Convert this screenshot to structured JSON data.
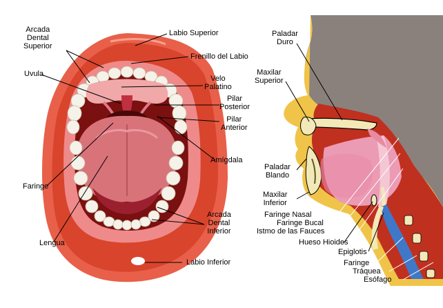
{
  "mouth_labels": {
    "arcada_dental_superior": [
      "Arcada",
      "Dental",
      "Superior"
    ],
    "labio_superior": "Labio Superior",
    "frenillo_del_labio": "Frenillo del Labio",
    "uvula": "Uvula",
    "velo_palatino": [
      "Velo",
      "Palatino"
    ],
    "pilar_posterior": [
      "Pilar",
      "Posterior"
    ],
    "pilar_anterior": [
      "Pilar",
      "Anterior"
    ],
    "amigdala": "Amígdala",
    "faringe": "Faringe",
    "lengua": "Lengua",
    "arcada_dental_inferior": [
      "Arcada",
      "Dental",
      "Inferior"
    ],
    "labio_inferior": "Labio Inferior"
  },
  "section_labels": {
    "paladar_duro": [
      "Paladar",
      "Duro"
    ],
    "maxilar_superior": [
      "Maxilar",
      "Superior"
    ],
    "paladar_blando": [
      "Paladar",
      "Blando"
    ],
    "maxilar_inferior": [
      "Maxilar",
      "Inferior"
    ],
    "faringe_nasal": "Faringe Nasal",
    "faringe_bucal": "Faringe Bucal",
    "istmo_de_las_fauces": "Istmo de las Fauces",
    "hueso_hioides": "Hueso Hioides",
    "epiglotis": "Epiglotis",
    "faringe": "Faringe",
    "traquea": "Tráquea",
    "esofago": "Esófago"
  },
  "colors": {
    "lip_red": "#d9442c",
    "lip_outer": "#e8604a",
    "mouth_dark": "#7a1010",
    "tongue": "#d9737a",
    "tooth": "#f5f2ea",
    "head_gray": "#8a817d",
    "skin_yellow": "#f0c448",
    "tissue_red": "#c0301f",
    "pharynx_pink": "#ec9bb4",
    "trachea_blue": "#3f78c8"
  }
}
